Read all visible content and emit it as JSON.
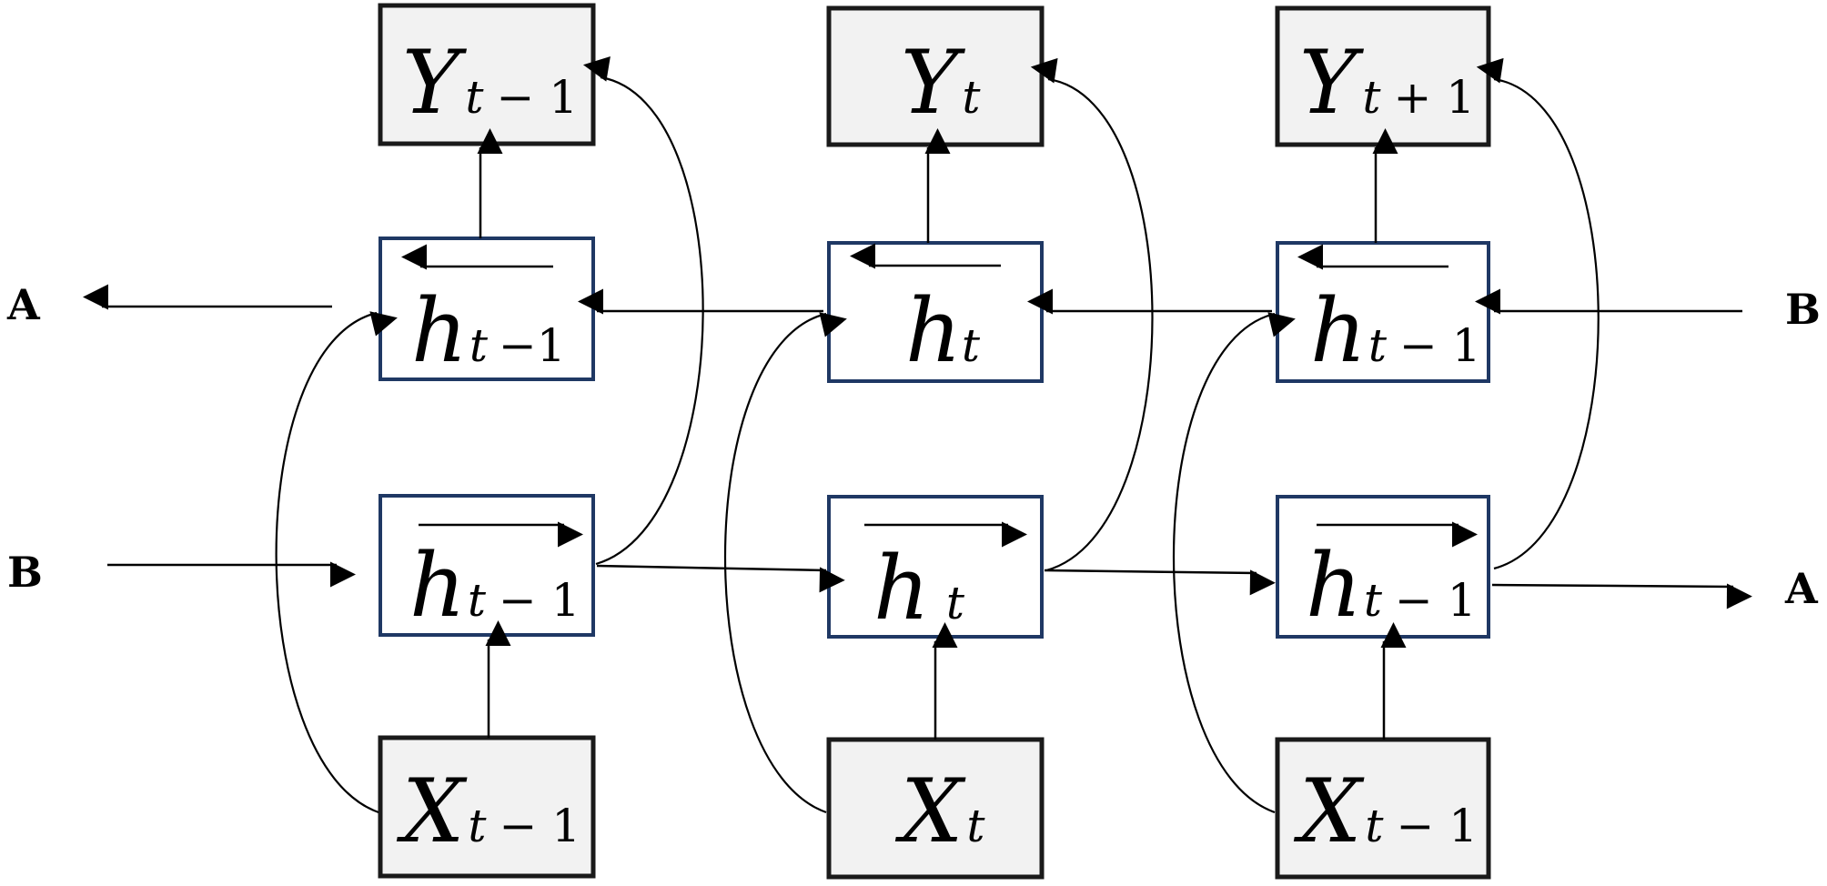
{
  "columns": [
    {
      "output": {
        "main": "Y",
        "sub": "t",
        "tail": "− 1"
      },
      "backward": {
        "main": "h",
        "sub": "t",
        "tail": "−1"
      },
      "forward": {
        "main": "h",
        "sub": "t",
        "tail": "− 1"
      },
      "input": {
        "main": "X",
        "sub": "t",
        "tail": "− 1"
      }
    },
    {
      "output": {
        "main": "Y",
        "sub": "t",
        "tail": ""
      },
      "backward": {
        "main": "h",
        "sub": "t",
        "tail": ""
      },
      "forward": {
        "main": "h",
        "sub": "t",
        "tail": ""
      },
      "input": {
        "main": "X",
        "sub": "t",
        "tail": ""
      }
    },
    {
      "output": {
        "main": "Y",
        "sub": "t",
        "tail": "+ 1"
      },
      "backward": {
        "main": "h",
        "sub": "t",
        "tail": "− 1"
      },
      "forward": {
        "main": "h",
        "sub": "t",
        "tail": "− 1"
      },
      "input": {
        "main": "X",
        "sub": "t",
        "tail": "− 1"
      }
    }
  ],
  "endpoints": {
    "backward_left": "A",
    "backward_right": "B",
    "forward_left": "B",
    "forward_right": "A"
  },
  "colors": {
    "cell_border": "#1f3864",
    "io_fill": "#f2f2f2"
  }
}
